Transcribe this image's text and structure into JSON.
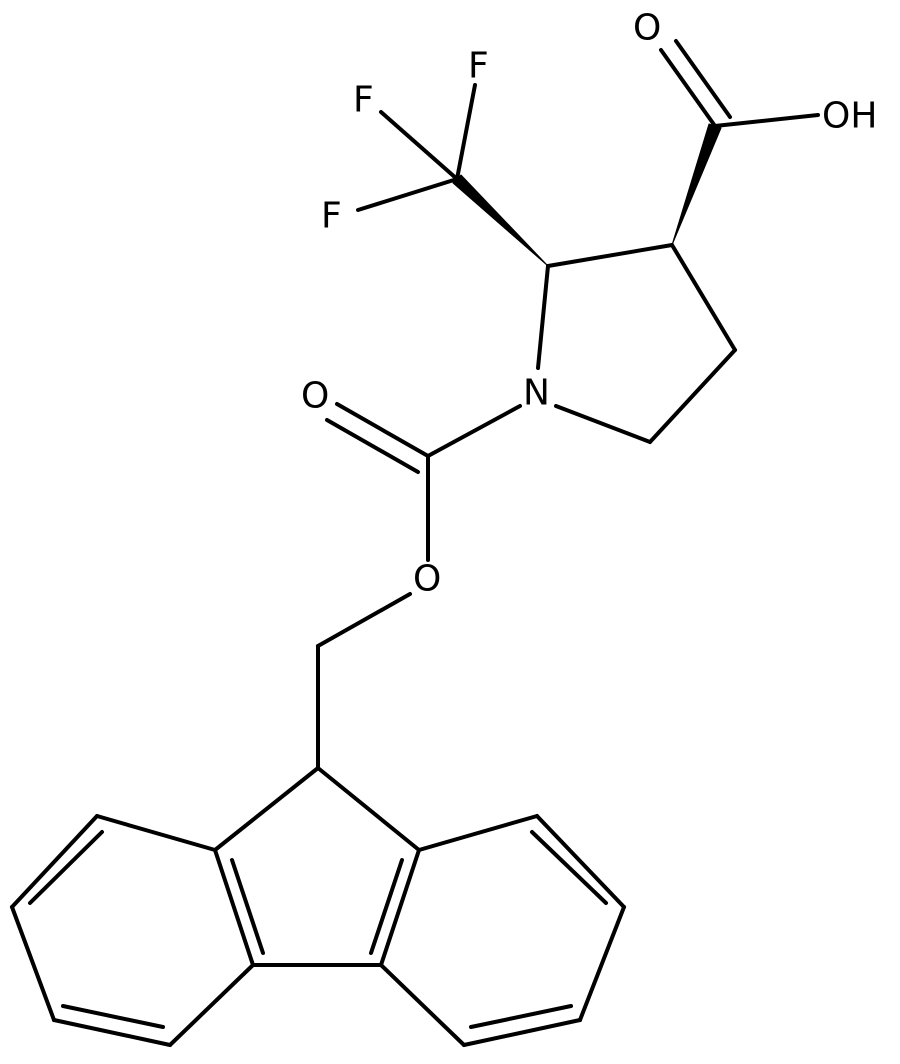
{
  "molecule": {
    "atoms": {
      "F_top": "F",
      "F_left_upper": "F",
      "F_left_lower": "F",
      "O_carboxyl_carbonyl": "O",
      "OH_carboxyl": "OH",
      "N_ring": "N",
      "O_carbamate_carbonyl": "O",
      "O_carbamate_ester": "O"
    },
    "stereo_bonds": [
      "wedge-to-CF3",
      "wedge-to-COOH"
    ]
  }
}
